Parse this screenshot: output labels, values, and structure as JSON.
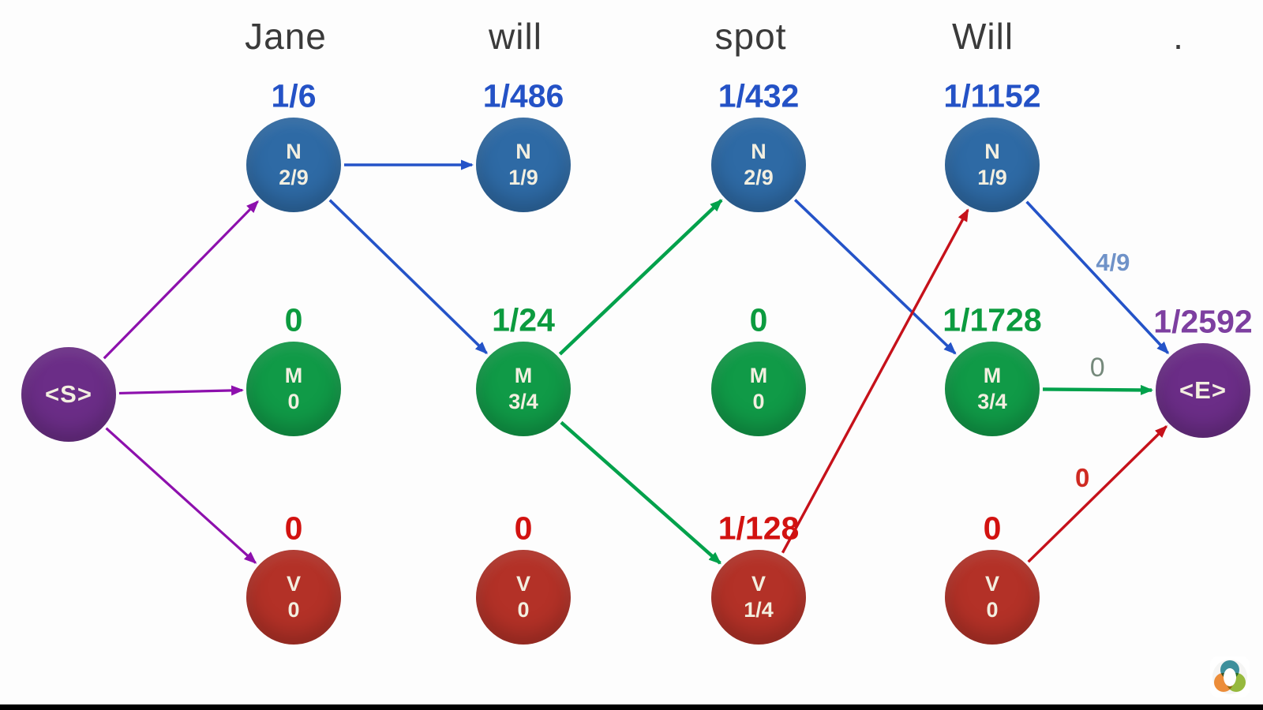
{
  "words": [
    "Jane",
    "will",
    "spot",
    "Will",
    "."
  ],
  "row_colors": [
    "blue",
    "green",
    "red"
  ],
  "columns": [
    {
      "nodes": [
        {
          "tag": "N",
          "value": "2/9",
          "prob": "1/6"
        },
        {
          "tag": "M",
          "value": "0",
          "prob": "0"
        },
        {
          "tag": "V",
          "value": "0",
          "prob": "0"
        }
      ]
    },
    {
      "nodes": [
        {
          "tag": "N",
          "value": "1/9",
          "prob": "1/486"
        },
        {
          "tag": "M",
          "value": "3/4",
          "prob": "1/24"
        },
        {
          "tag": "V",
          "value": "0",
          "prob": "0"
        }
      ]
    },
    {
      "nodes": [
        {
          "tag": "N",
          "value": "2/9",
          "prob": "1/432"
        },
        {
          "tag": "M",
          "value": "0",
          "prob": "0"
        },
        {
          "tag": "V",
          "value": "1/4",
          "prob": "1/128"
        }
      ]
    },
    {
      "nodes": [
        {
          "tag": "N",
          "value": "1/9",
          "prob": "1/1152"
        },
        {
          "tag": "M",
          "value": "3/4",
          "prob": "1/1728"
        },
        {
          "tag": "V",
          "value": "0",
          "prob": "0"
        }
      ]
    }
  ],
  "start": {
    "label": "<S>"
  },
  "end": {
    "label": "<E>",
    "prob": "1/2592"
  },
  "edges": [
    {
      "from": "S",
      "to": "0.0",
      "color": "purple"
    },
    {
      "from": "S",
      "to": "0.1",
      "color": "purple"
    },
    {
      "from": "S",
      "to": "0.2",
      "color": "purple"
    },
    {
      "from": "0.0",
      "to": "1.0",
      "color": "blue"
    },
    {
      "from": "0.0",
      "to": "1.1",
      "color": "blue"
    },
    {
      "from": "1.1",
      "to": "2.0",
      "color": "green"
    },
    {
      "from": "1.1",
      "to": "2.2",
      "color": "green"
    },
    {
      "from": "2.0",
      "to": "3.1",
      "color": "blue"
    },
    {
      "from": "2.2",
      "to": "3.0",
      "color": "red"
    },
    {
      "from": "3.0",
      "to": "E",
      "color": "blue",
      "label": "4/9",
      "label_style": "lightblue"
    },
    {
      "from": "3.1",
      "to": "E",
      "color": "green",
      "label": "0",
      "label_style": "gray"
    },
    {
      "from": "3.2",
      "to": "E",
      "color": "red",
      "label": "0",
      "label_style": "red"
    }
  ],
  "colors": {
    "node": {
      "blue": "#2e6aa5",
      "green": "#109a47",
      "red": "#b33127",
      "purple": "#6b2d87"
    },
    "prob_label": {
      "blue": "#2452c6",
      "green": "#0c9b3f",
      "red": "#d21210",
      "purple": "#7d3fa0"
    },
    "edge": {
      "purple": "#8d10ad",
      "blue": "#2453c8",
      "green": "#01a14b",
      "red": "#c6111a"
    },
    "edge_label": {
      "lightblue": "#6f92c8",
      "gray": "#75897b",
      "red": "#cf2a22"
    },
    "header_text": "#3a3a3a",
    "node_text": "#f3efe0",
    "footer_bar": "#000000",
    "logo": {
      "teal": "#3f95a2",
      "orange": "#f6933c",
      "green": "#9cc13f",
      "egg": "#ffffff"
    }
  }
}
